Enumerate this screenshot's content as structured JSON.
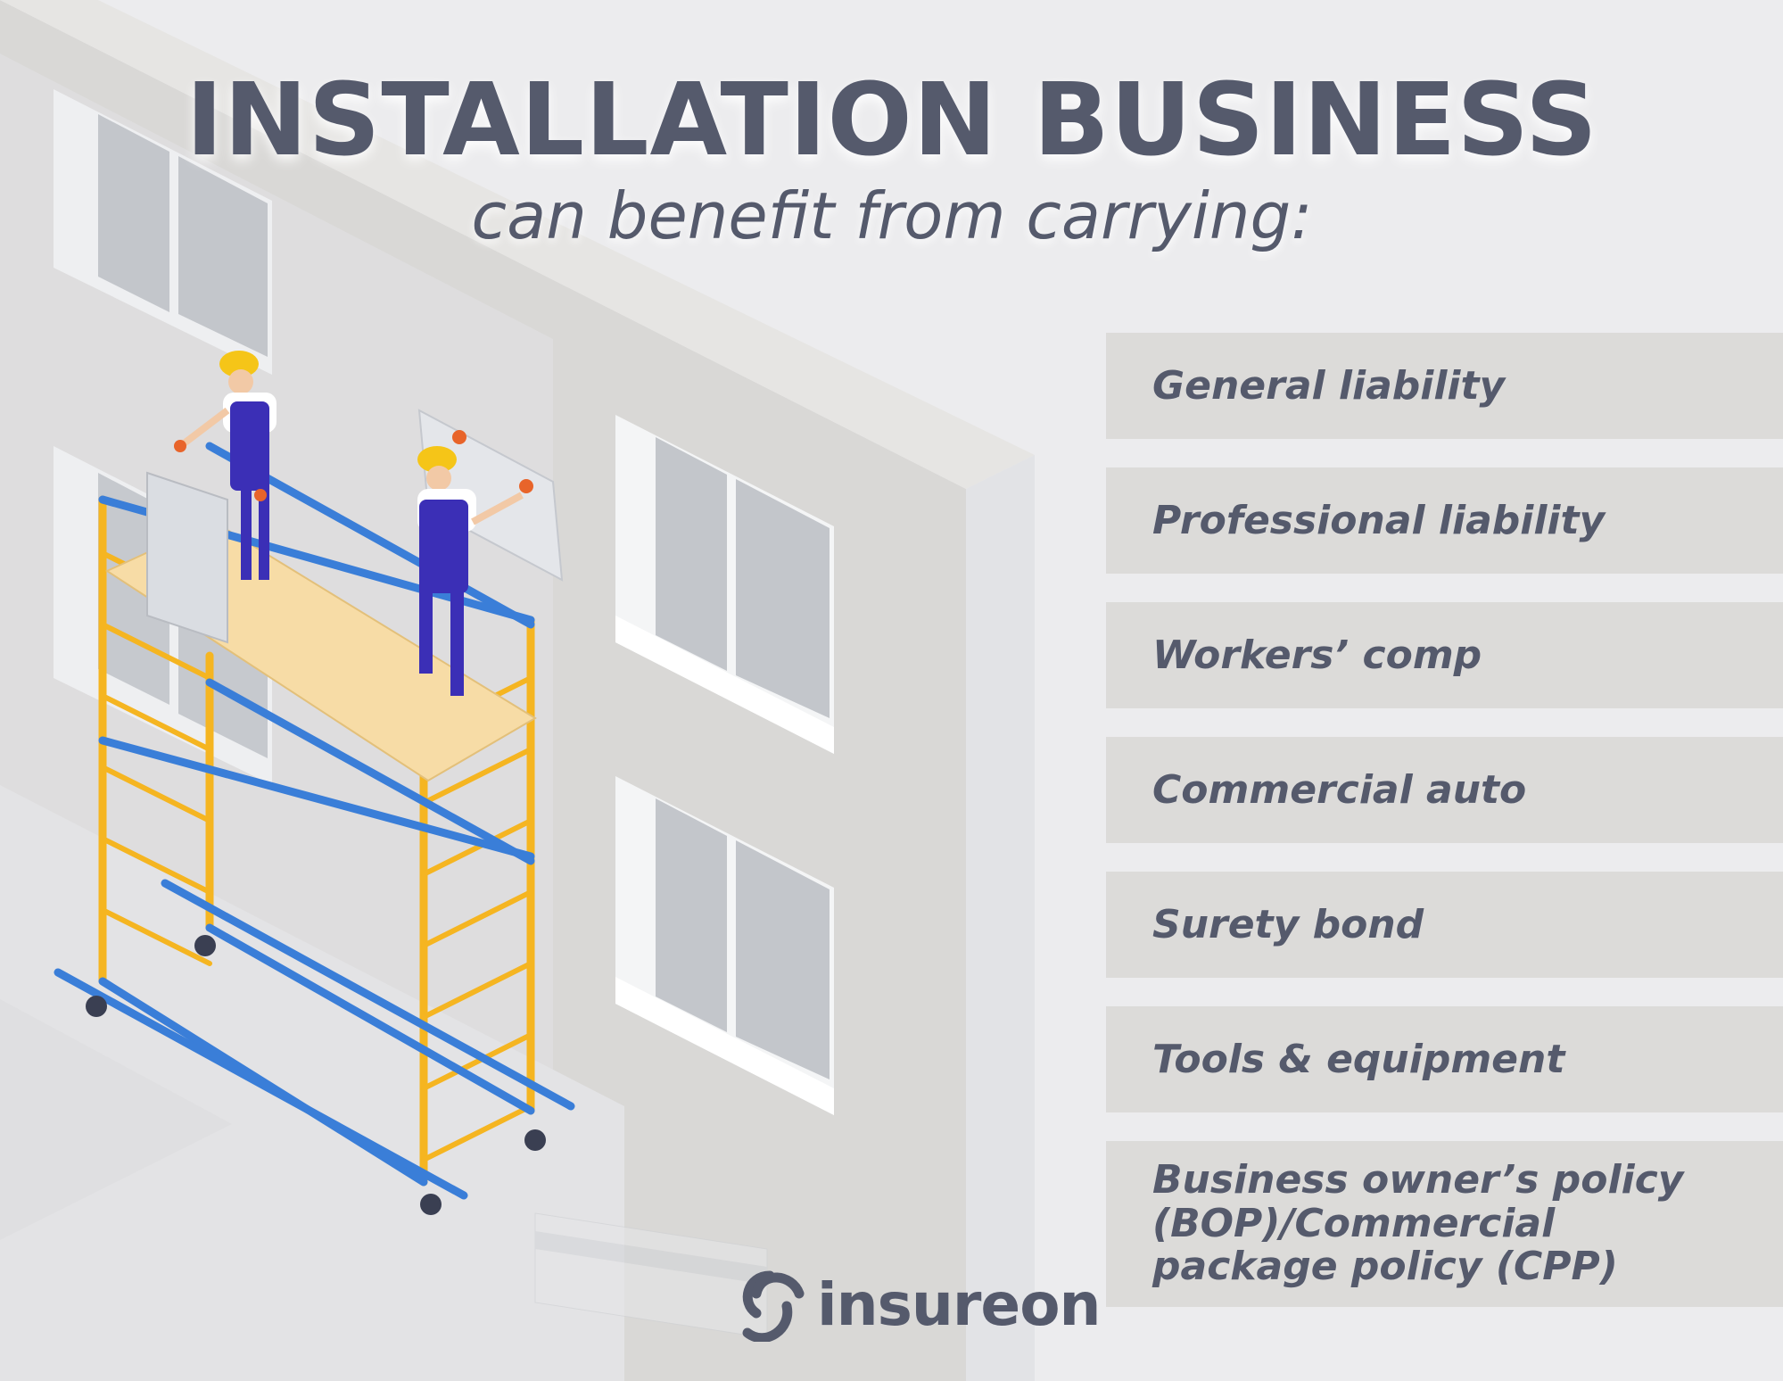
{
  "heading": {
    "title": "INSTALLATION BUSINESS",
    "subtitle": "can benefit from carrying:"
  },
  "coverage_list": [
    "General liability",
    "Professional liability",
    "Workers’ comp",
    "Commercial auto",
    "Surety bond",
    "Tools & equipment",
    "Business owner’s policy (BOP)/Commercial package policy (CPP)"
  ],
  "brand": {
    "name": "insureon",
    "icon": "insureon-logo-icon"
  },
  "colors": {
    "text": "#555a6c",
    "card": "#dcdbd9",
    "background": "#ececee",
    "scaffold_frame": "#f5b521",
    "scaffold_rails": "#3a7ed8",
    "worker_overalls": "#3b2fb6",
    "hard_hat": "#f5c518"
  }
}
